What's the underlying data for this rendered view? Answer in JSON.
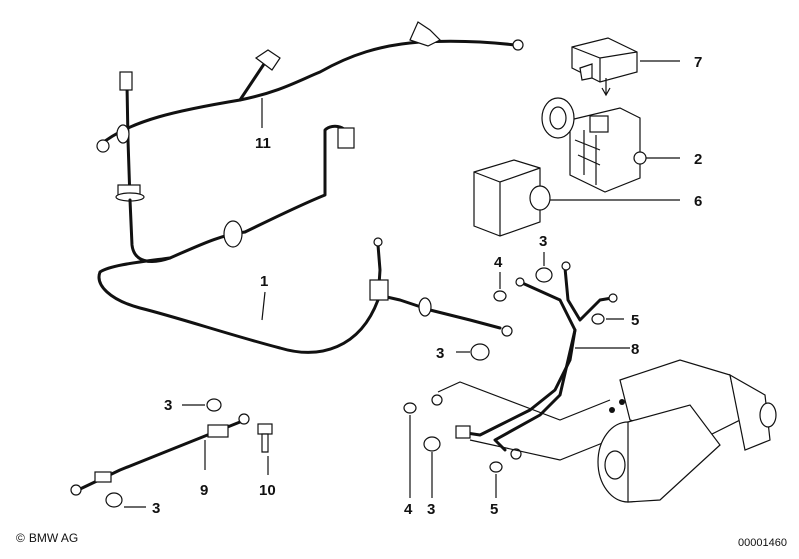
{
  "callouts": [
    {
      "id": "label-11",
      "text": "11"
    },
    {
      "id": "label-7",
      "text": "7"
    },
    {
      "id": "label-2",
      "text": "2"
    },
    {
      "id": "label-6",
      "text": "6"
    },
    {
      "id": "label-1",
      "text": "1"
    },
    {
      "id": "label-3a",
      "text": "3"
    },
    {
      "id": "label-4a",
      "text": "4"
    },
    {
      "id": "label-5a",
      "text": "5"
    },
    {
      "id": "label-3b",
      "text": "3"
    },
    {
      "id": "label-8",
      "text": "8"
    },
    {
      "id": "label-3c",
      "text": "3"
    },
    {
      "id": "label-9",
      "text": "9"
    },
    {
      "id": "label-10",
      "text": "10"
    },
    {
      "id": "label-3d",
      "text": "3"
    },
    {
      "id": "label-4b",
      "text": "4"
    },
    {
      "id": "label-3e",
      "text": "3"
    },
    {
      "id": "label-5b",
      "text": "5"
    }
  ],
  "footer": {
    "copyright_symbol": "©",
    "copyright_text": "BMW AG",
    "image_number": "00001460"
  }
}
